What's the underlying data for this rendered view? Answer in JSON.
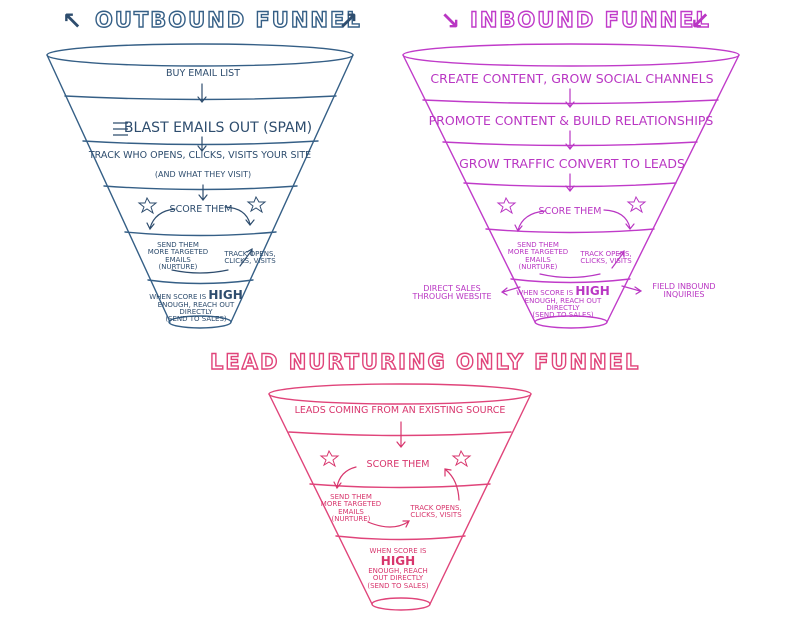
{
  "colors": {
    "outbound": "#2e4d6e",
    "inbound": "#b936c3",
    "lead": "#d8366d"
  },
  "outbound": {
    "title": "Outbound Funnel",
    "step1": "Buy email list",
    "step2": "Blast emails out (spam)",
    "step3a": "Track who opens, clicks, visits your site",
    "step3b": "(and what they visit)",
    "score": "Score them",
    "nurture": [
      "Send them",
      "more targeted",
      "emails",
      "(nurture)"
    ],
    "track": [
      "Track opens,",
      "clicks, visits"
    ],
    "high_pre": "When score is",
    "high_word": "High",
    "high_post": [
      "enough, reach out",
      "directly"
    ],
    "sales": "(send to sales)"
  },
  "inbound": {
    "title": "Inbound Funnel",
    "step1": "Create content, grow social channels",
    "step2": "Promote content & build relationships",
    "step3": "Grow traffic convert to leads",
    "score": "Score them",
    "nurture": [
      "Send them",
      "more targeted",
      "emails",
      "(nurture)"
    ],
    "track": [
      "Track opens,",
      "clicks, visits"
    ],
    "high_pre": "When score is",
    "high_word": "High",
    "high_post": [
      "enough, reach out",
      "directly"
    ],
    "sales": "(send to sales)",
    "side_left": [
      "Direct sales",
      "through website"
    ],
    "side_right": [
      "Field inbound",
      "inquiries"
    ]
  },
  "lead": {
    "title": "Lead Nurturing Only Funnel",
    "step1": "Leads coming from an existing source",
    "score": "Score them",
    "nurture": [
      "Send them",
      "more targeted",
      "emails",
      "(nurture)"
    ],
    "track": [
      "Track opens,",
      "clicks, visits"
    ],
    "high_pre": "When score is",
    "high_word": "High",
    "high_post": [
      "enough, reach",
      "out directly"
    ],
    "sales": "(send to sales)"
  }
}
